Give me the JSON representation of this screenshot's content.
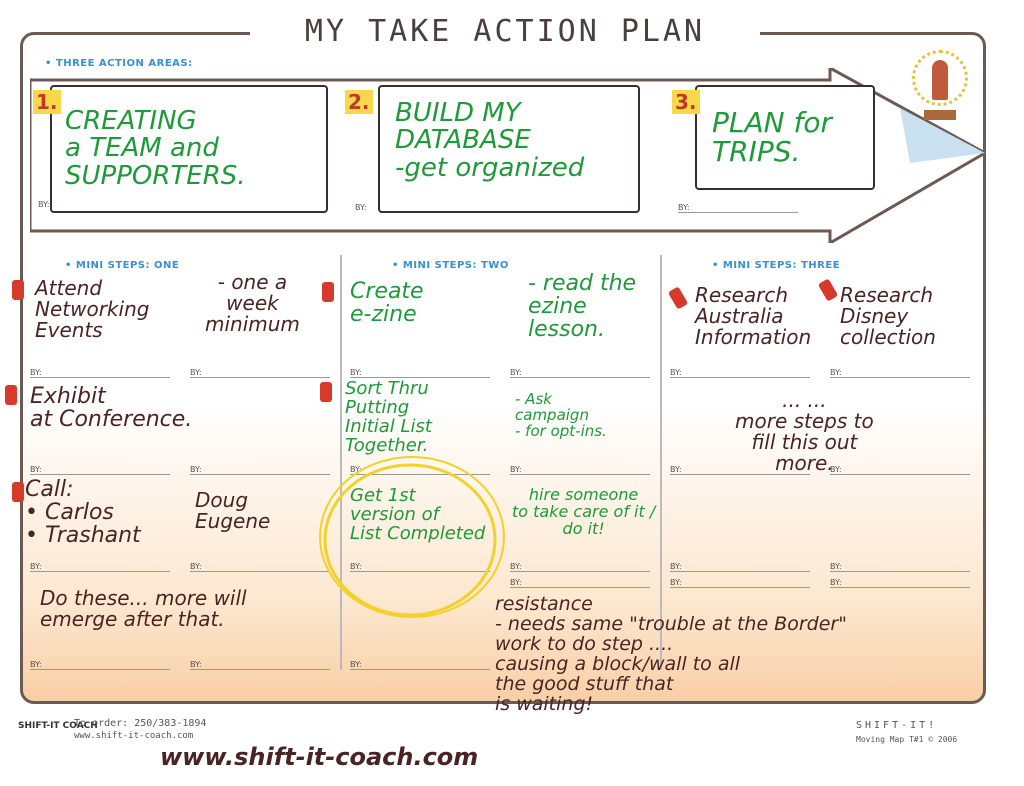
{
  "title": "MY TAKE ACTION PLAN",
  "three_action_areas_label": "• THREE ACTION AREAS:",
  "action_areas": [
    {
      "number": "1.",
      "text": "CREATING\na TEAM and\nSUPPORTERS.",
      "by": "BY:"
    },
    {
      "number": "2.",
      "text": "BUILD MY\nDATABASE\n-get organized",
      "by": "BY:"
    },
    {
      "number": "3.",
      "text": "PLAN for\nTRIPS.",
      "by": "BY:"
    }
  ],
  "mini_steps_labels": [
    "• MINI STEPS: ONE",
    "• MINI STEPS: TWO",
    "• MINI STEPS: THREE"
  ],
  "by_label": "BY:",
  "col1": {
    "r1a": "Attend\nNetworking\nEvents",
    "r1b": "- one a\nweek\nminimum",
    "r2a": "Exhibit\nat Conference.",
    "r3a": "Call:\n• Carlos\n• Trashant",
    "r3b": "Doug\nEugene",
    "r4a": "Do these... more will\nemerge after that."
  },
  "col2": {
    "r1a": "Create\ne-zine",
    "r1b": "- read the\nezine\nlesson.",
    "r2a": "Sort Thru\nPutting\nInitial List\nTogether.",
    "r2b": "- Ask\ncampaign\n- for opt-ins.",
    "r3a": "Get 1st\nversion of\nList Completed",
    "r3b": "hire someone\nto take care of it /\ndo it!",
    "r4a": "resistance\n- needs same \"trouble at the Border\"\nwork to do step ....\ncausing a block/wall to all\nthe good stuff that\nis waiting!"
  },
  "col3": {
    "r1a": "Research\nAustralia\nInformation",
    "r1b": "Research\nDisney\ncollection",
    "r2a": "...   ...\nmore steps to\nfill this out\nmore."
  },
  "footer": {
    "logo": "SHIFT-IT COACH",
    "order": "To order: 250/383-1894",
    "url_small": "www.shift-it-coach.com",
    "url_hand": "www.shift-it-coach.com",
    "brand": "SHIFT-IT!",
    "copyright": "Moving Map T#1 © 2006"
  }
}
